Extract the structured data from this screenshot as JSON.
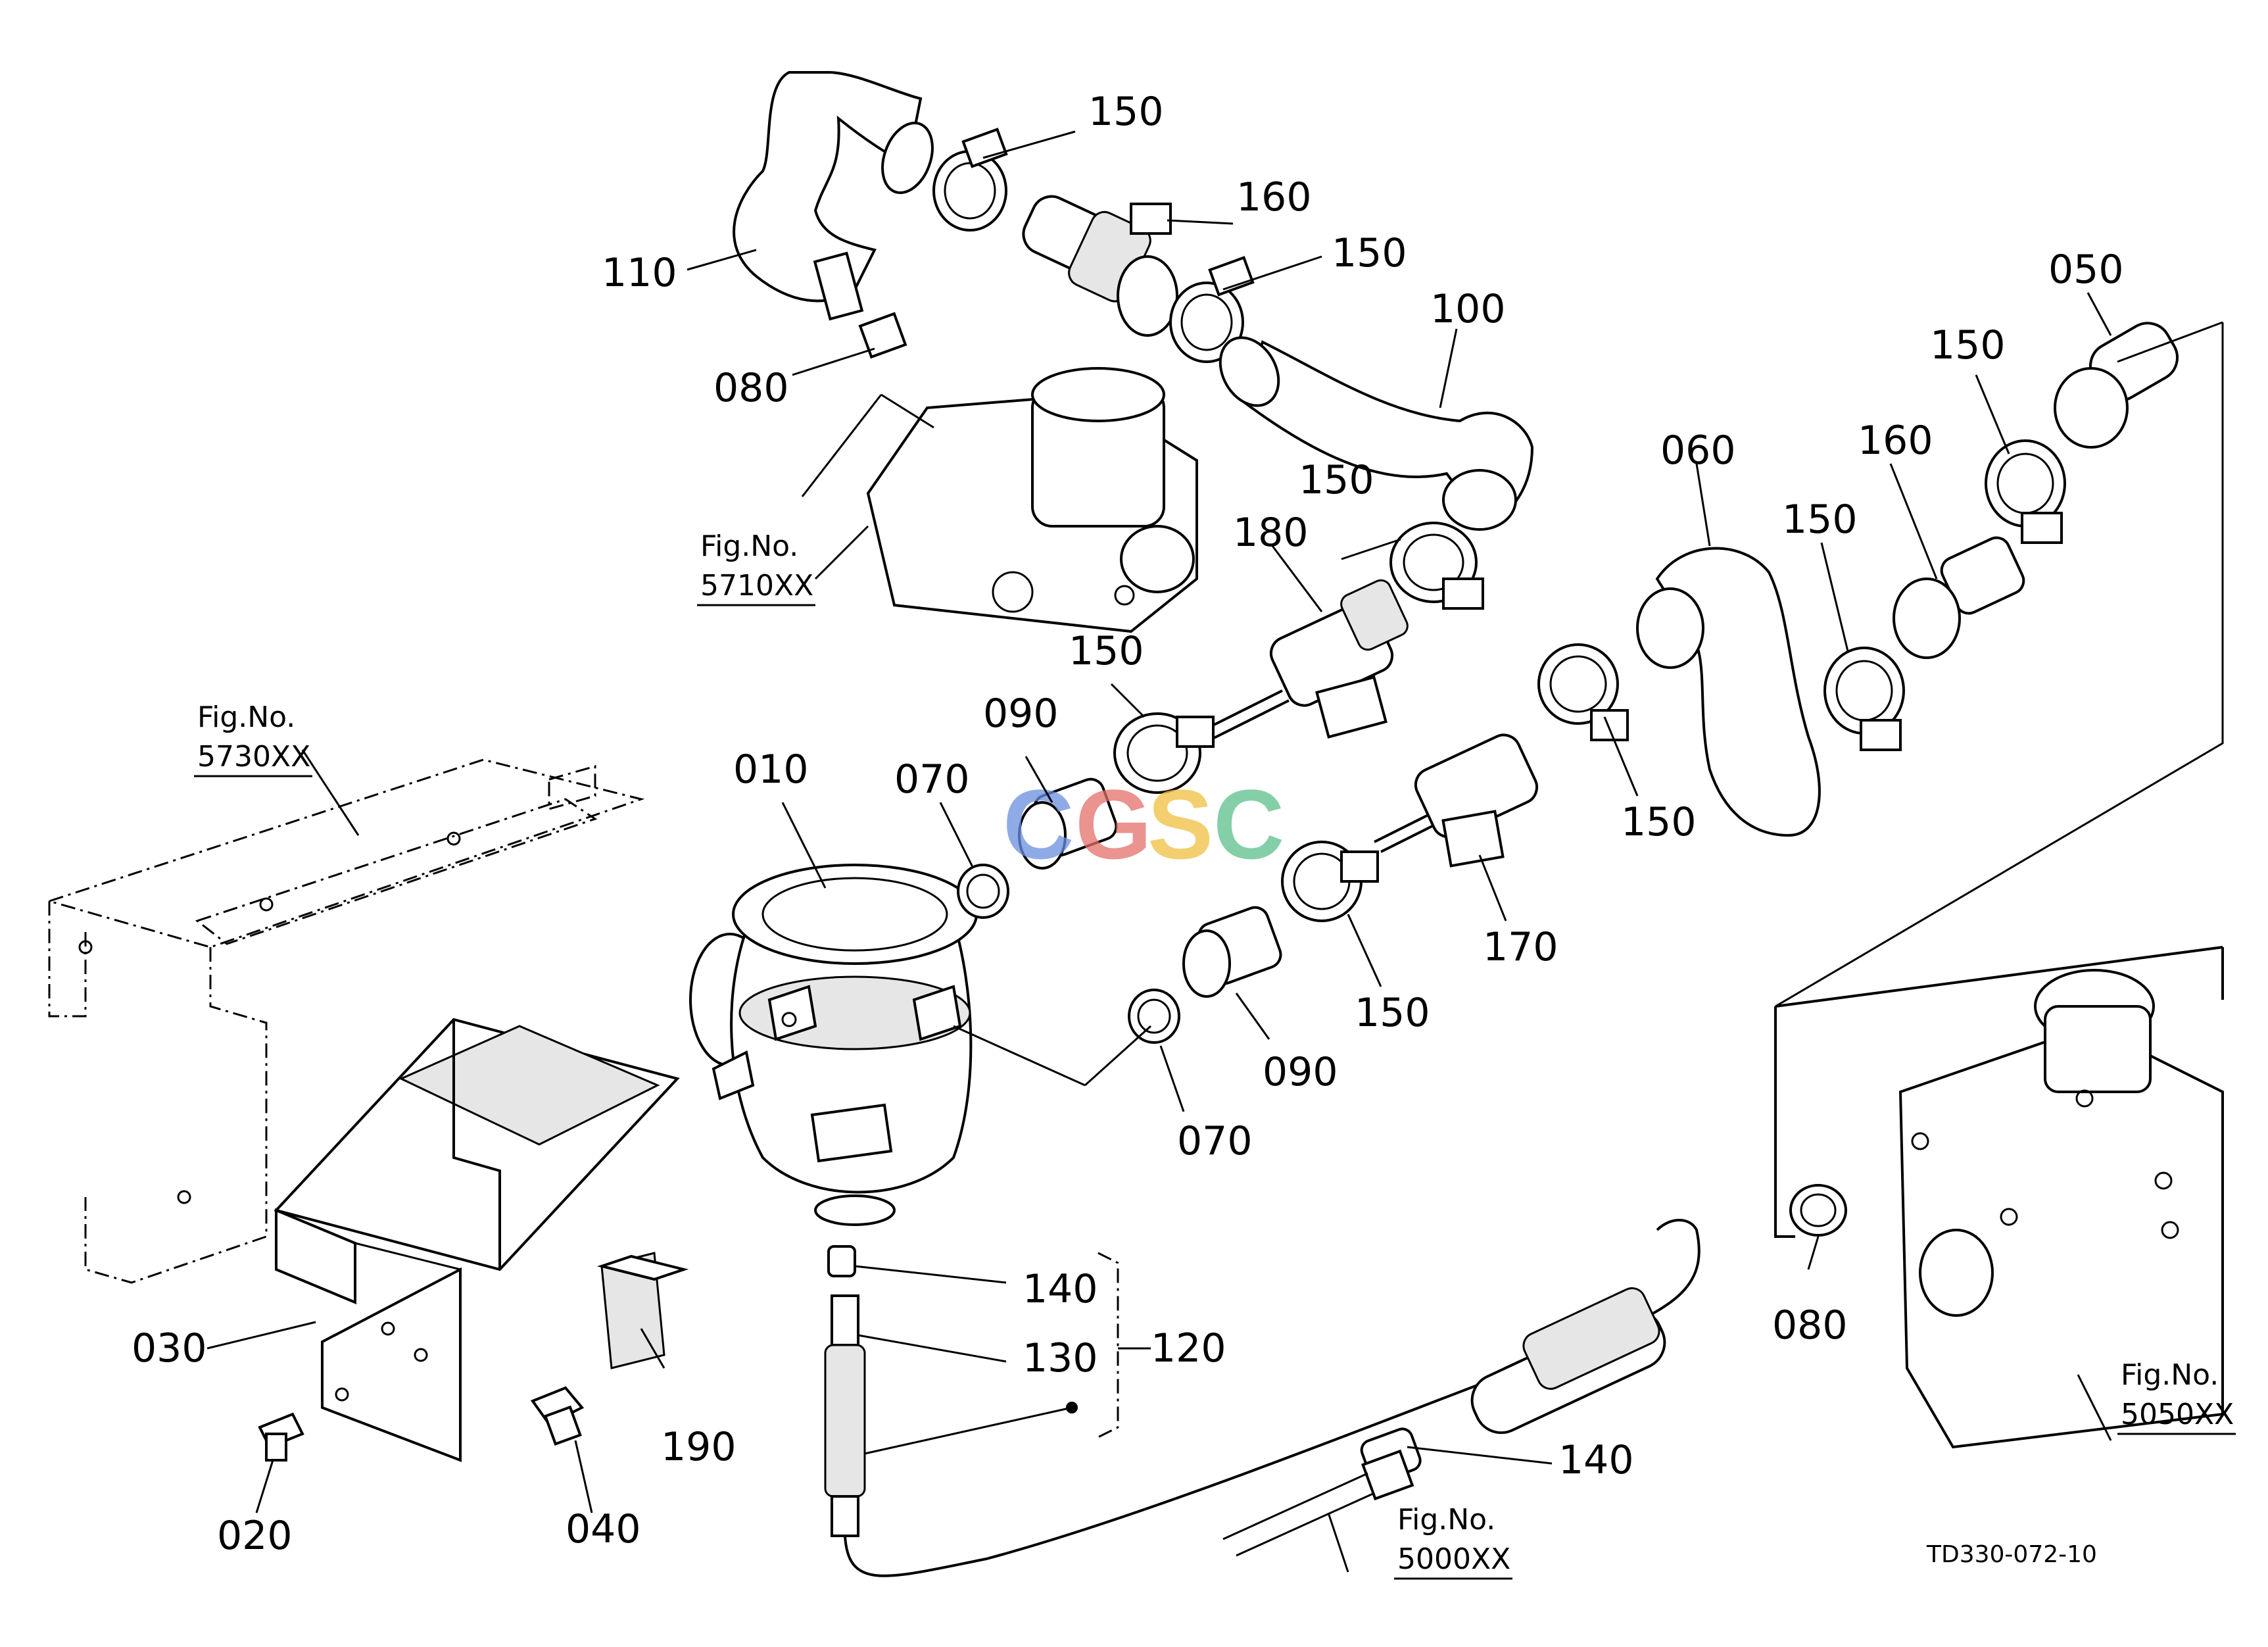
{
  "diagram": {
    "part_labels": {
      "p150a": "150",
      "p160a": "160",
      "p150b": "150",
      "p110": "110",
      "p080a": "080",
      "p100": "100",
      "p050": "050",
      "p150c": "150",
      "p060": "060",
      "p160b": "160",
      "p150d": "150",
      "p180": "180",
      "p150e": "150",
      "p010": "010",
      "p070a": "070",
      "p090a": "090",
      "p150f": "150",
      "p150g": "150",
      "p170": "170",
      "p150h": "150",
      "p090b": "090",
      "p070b": "070",
      "p080b": "080",
      "p140a": "140",
      "p130": "130",
      "p120": "120",
      "p030": "030",
      "p190": "190",
      "p020": "020",
      "p040": "040",
      "p140b": "140"
    },
    "figure_refs": {
      "f5710": {
        "title": "Fig.No.",
        "code": "5710XX"
      },
      "f5730": {
        "title": "Fig.No.",
        "code": "5730XX"
      },
      "f5050": {
        "title": "Fig.No.",
        "code": "5050XX"
      },
      "f5000": {
        "title": "Fig.No.",
        "code": "5000XX"
      }
    },
    "drawing_code": "TD330-072-10",
    "watermark": {
      "letters": [
        "C",
        "G",
        "S",
        "C"
      ],
      "colors": [
        "#6a8fe0",
        "#e3706a",
        "#f0c040",
        "#5cc08a"
      ]
    }
  }
}
